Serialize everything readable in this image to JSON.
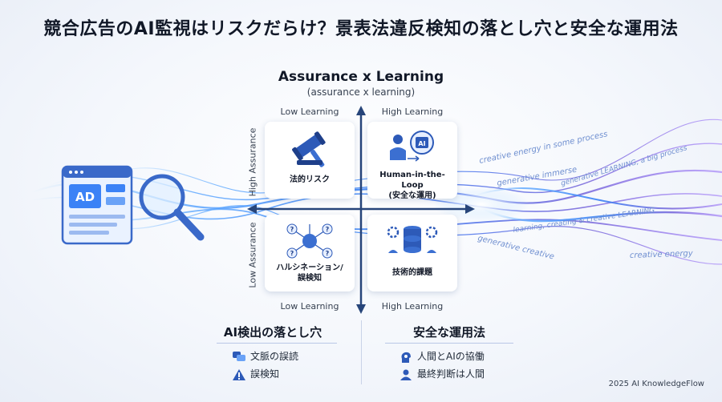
{
  "title": "競合広告のAI監視はリスクだらけ？景表法違反検知の落とし穴と安全な運用法",
  "matrix": {
    "title": "Assurance x Learning",
    "subtitle": "(assurance x learning)",
    "top_left_col": "Low Learning",
    "top_right_col": "High Learning",
    "bottom_left_col": "Low Learning",
    "bottom_right_col": "High Learning",
    "row_high": "High Assurance",
    "row_low": "Low Assurance",
    "quadrants": {
      "top_left": {
        "label": "法的リスク",
        "icon": "gavel-icon"
      },
      "top_right": {
        "label": "Human-in-the-Loop\n(安全な運用)",
        "icon": "human-ai-icon"
      },
      "bottom_left": {
        "label": "ハルシネーション/\n誤検知",
        "icon": "hallucination-network-icon"
      },
      "bottom_right": {
        "label": "技術的課題",
        "icon": "database-gear-icon"
      }
    }
  },
  "ad_window": {
    "badge": "AD",
    "icon": "ad-window-icon"
  },
  "wave_texts": [
    "creative energy in some process",
    "generative immerse",
    "generative LEARNING, a big process",
    "learning, creating & creative LEARNING",
    "generative creative",
    "creative energy"
  ],
  "pitfalls": {
    "title": "AI検出の落とし穴",
    "items": [
      {
        "label": "文脈の誤読",
        "icon": "speech-bubbles-icon"
      },
      {
        "label": "誤検知",
        "icon": "warning-icon"
      }
    ]
  },
  "safe_ops": {
    "title": "安全な運用法",
    "items": [
      {
        "label": "人間とAIの協働",
        "icon": "head-gear-icon"
      },
      {
        "label": "最終判断は人間",
        "icon": "person-icon"
      }
    ]
  },
  "credit": "2025 AI KnowledgeFlow",
  "colors": {
    "accent": "#2f6fe0",
    "axis": "#27457a",
    "card_bg": "#ffffff"
  }
}
